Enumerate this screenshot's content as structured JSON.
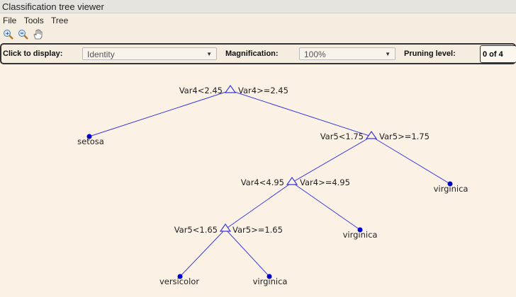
{
  "window": {
    "title": "Classification tree viewer"
  },
  "menu": [
    "File",
    "Tools",
    "Tree"
  ],
  "toolbar": {
    "icons": [
      "zoom-in-icon",
      "zoom-out-icon",
      "pan-hand-icon"
    ]
  },
  "controls": {
    "display_label": "Click to display:",
    "display_value": "Identity",
    "magnification_label": "Magnification:",
    "magnification_value": "100%",
    "pruning_label": "Pruning level:",
    "pruning_value": "0 of 4"
  },
  "tree": {
    "nodes": [
      {
        "left": "Var4<2.45",
        "right": "Var4>=2.45"
      },
      {
        "left": "Var5<1.75",
        "right": "Var5>=1.75"
      },
      {
        "left": "Var4<4.95",
        "right": "Var4>=4.95"
      },
      {
        "left": "Var5<1.65",
        "right": "Var5>=1.65"
      }
    ],
    "leaves": [
      "setosa",
      "virginica",
      "virginica",
      "versicolor",
      "virginica"
    ]
  },
  "colors": {
    "edge": "#3a3adf",
    "leaf": "#0000cc"
  }
}
